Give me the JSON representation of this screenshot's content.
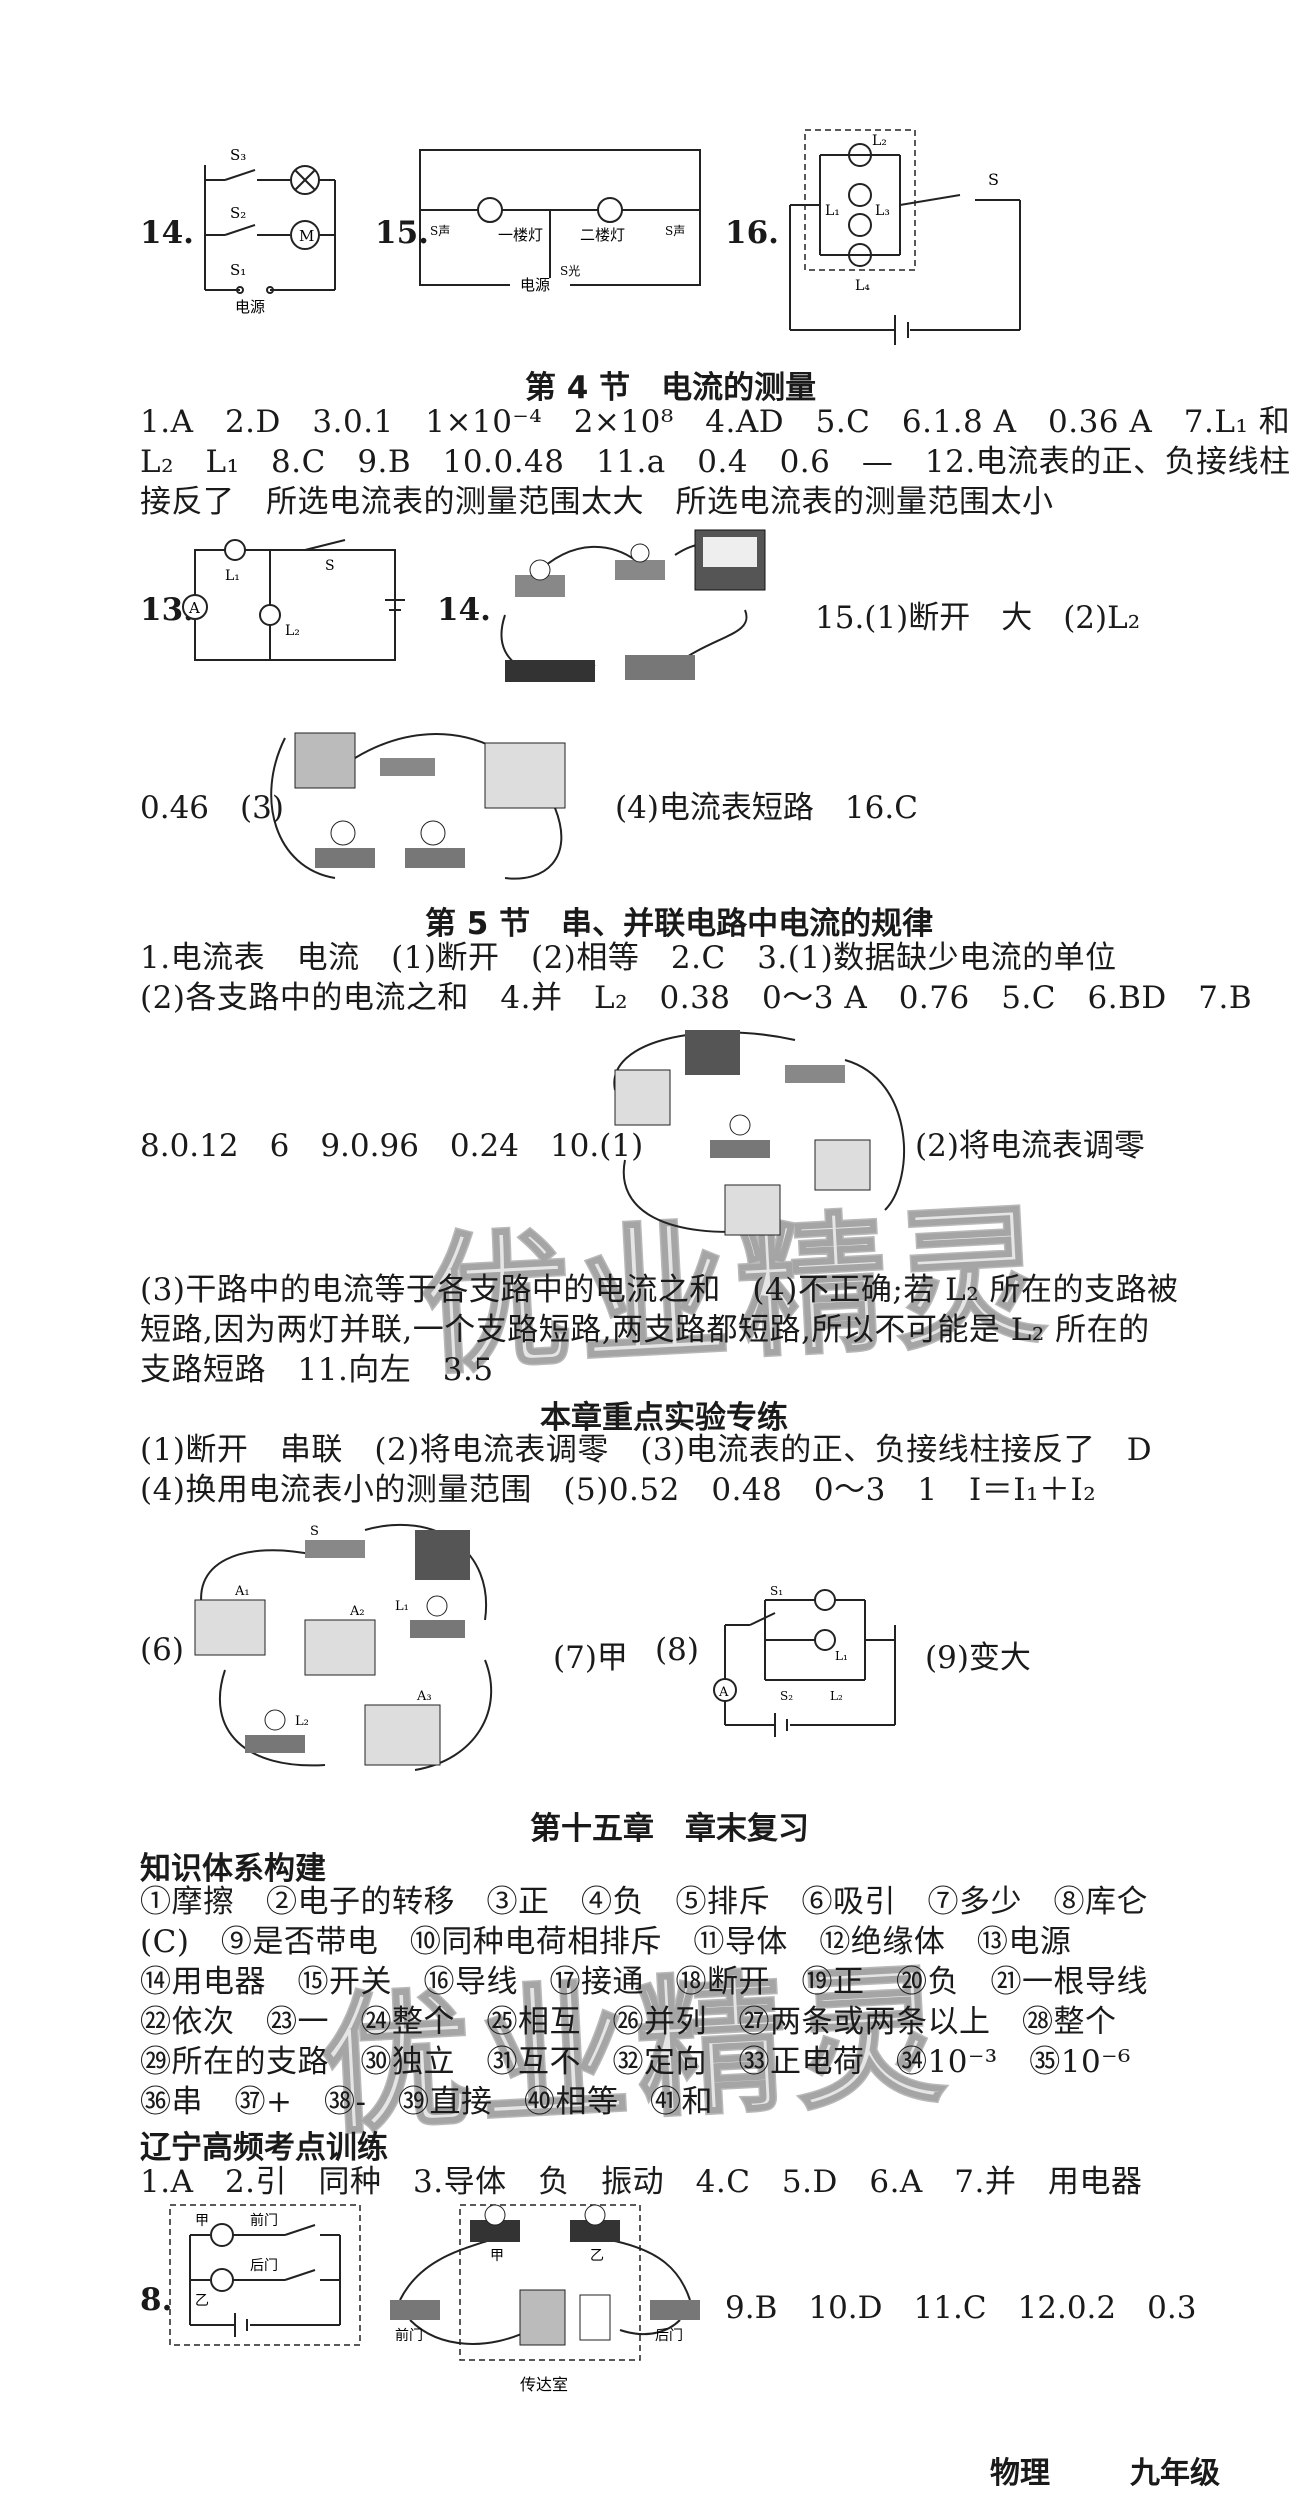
{
  "top": {
    "q14": "14.",
    "q15": "15.",
    "q16": "16.",
    "fig14": {
      "s3": "S₃",
      "s2": "S₂",
      "s1": "S₁",
      "motor": "M",
      "source": "电源"
    },
    "fig15": {
      "floor1": "一楼灯",
      "floor2": "二楼灯",
      "s_sound1": "S声",
      "s_sound2": "S声",
      "s_light": "S光",
      "source": "电源"
    },
    "fig16": {
      "l1": "L₁",
      "l2": "L₂",
      "l3": "L₃",
      "l4": "L₄",
      "s": "S"
    }
  },
  "sec4": {
    "title": "第 4 节　电流的测量",
    "line1": "1.A　2.D　3.0.1　1×10⁻⁴　2×10⁸　4.AD　5.C　6.1.8 A　0.36 A　7.L₁ 和",
    "line2": "L₂　L₁　8.C　9.B　10.0.48　11.a　0.4　0.6　—　12.电流表的正、负接线柱",
    "line3": "接反了　所选电流表的测量范围太大　所选电流表的测量范围太小",
    "q13": "13.",
    "q14": "14.",
    "q15": "15.(1)断开　大　(2)L₂",
    "q15b": "0.46　(3)",
    "q15c": "(4)电流表短路　16.C",
    "fig13": {
      "l1": "L₁",
      "l2": "L₂",
      "s": "S",
      "a": "A"
    }
  },
  "sec5": {
    "title": "第 5 节　串、并联电路中电流的规律",
    "line1": "1.电流表　电流　(1)断开　(2)相等　2.C　3.(1)数据缺少电流的单位",
    "line2": "(2)各支路中的电流之和　4.并　L₂　0.38　0～3 A　0.76　5.C　6.BD　7.B",
    "line3a": "8.0.12　6　9.0.96　0.24　10.(1)",
    "line3b": "(2)将电流表调零",
    "line4": "(3)干路中的电流等于各支路中的电流之和　(4)不正确;若 L₂ 所在的支路被",
    "line5": "短路,因为两灯并联,一个支路短路,两支路都短路,所以不可能是 L₂ 所在的",
    "line6": "支路短路　11.向左　3.5"
  },
  "exp": {
    "title": "本章重点实验专练",
    "line1": "(1)断开　串联　(2)将电流表调零　(3)电流表的正、负接线柱接反了　D",
    "line2": "(4)换用电流表小的测量范围　(5)0.52　0.48　0～3　1　I＝I₁＋I₂",
    "p6": "(6)",
    "p7": "(7)甲",
    "p8": "(8)",
    "p9": "(9)变大",
    "fig8": {
      "s1": "S₁",
      "s2": "S₂",
      "l1": "L₁",
      "l2": "L₂",
      "a": "A"
    },
    "fig6": {
      "a1": "A₁",
      "a2": "A₂",
      "a3": "A₃",
      "l1": "L₁",
      "l2": "L₂",
      "s": "S"
    }
  },
  "review": {
    "title": "第十五章　章末复习",
    "sub1": "知识体系构建",
    "k1": "①摩擦　②电子的转移　③正　④负　⑤排斥　⑥吸引　⑦多少　⑧库仑",
    "k2": "(C)　⑨是否带电　⑩同种电荷相排斥　⑪导体　⑫绝缘体　⑬电源",
    "k3": "⑭用电器　⑮开关　⑯导线　⑰接通　⑱断开　⑲正　⑳负　㉑一根导线",
    "k4": "㉒依次　㉓一　㉔整个　㉕相互　㉖并列　㉗两条或两条以上　㉘整个",
    "k5": "㉙所在的支路　㉚独立　㉛互不　㉜定向　㉝正电荷　㉞10⁻³　㉟10⁻⁶",
    "k6": "㊱串　㊲+　㊳-　㊴直接　㊵相等　㊶和",
    "sub2": "辽宁高频考点训练",
    "t1": "1.A　2.引　同种　3.导体　负　振动　4.C　5.D　6.A　7.并　用电器",
    "q8": "8.",
    "t2": "9.B　10.D　11.C　12.0.2　0.3",
    "fig8a": {
      "jia": "甲",
      "front": "前门",
      "back": "后门",
      "yi": "乙"
    },
    "fig8b": {
      "jia": "甲",
      "yi": "乙",
      "front": "前门",
      "back": "后门",
      "room": "传达室"
    }
  },
  "watermark": {
    "w1": "优业精灵",
    "w2": "优业精灵"
  },
  "footer": {
    "subject": "物理",
    "grade": "九年级"
  }
}
